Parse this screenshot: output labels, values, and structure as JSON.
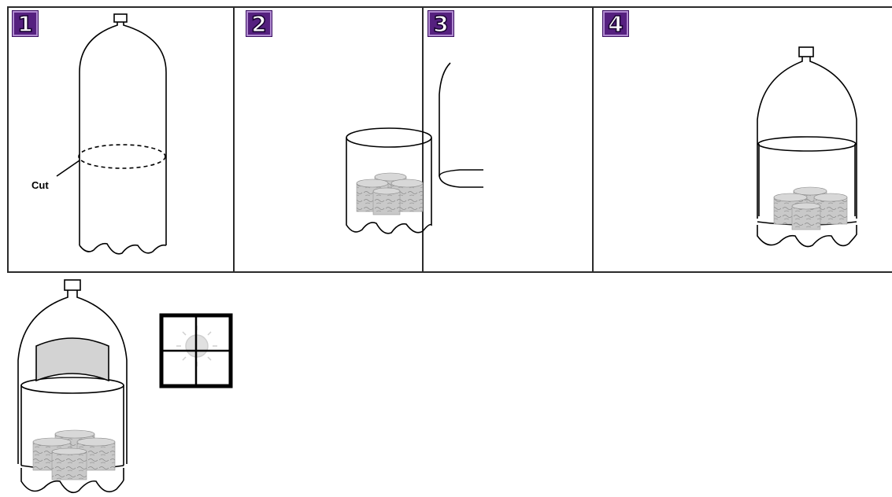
{
  "steps": [
    {
      "number": "1"
    },
    {
      "number": "2"
    },
    {
      "number": "3"
    },
    {
      "number": "4"
    }
  ],
  "labels": {
    "cut": "Cut"
  },
  "colors": {
    "badge_fill": "#55207f",
    "badge_border": "#b08ad0",
    "frame": "#2b2b2b",
    "rock_gray": "#c8c8c8",
    "sun_gray": "#d4d4d4"
  },
  "icons": [
    "bottle-icon",
    "pot-icon",
    "sun-icon",
    "window-icon"
  ]
}
